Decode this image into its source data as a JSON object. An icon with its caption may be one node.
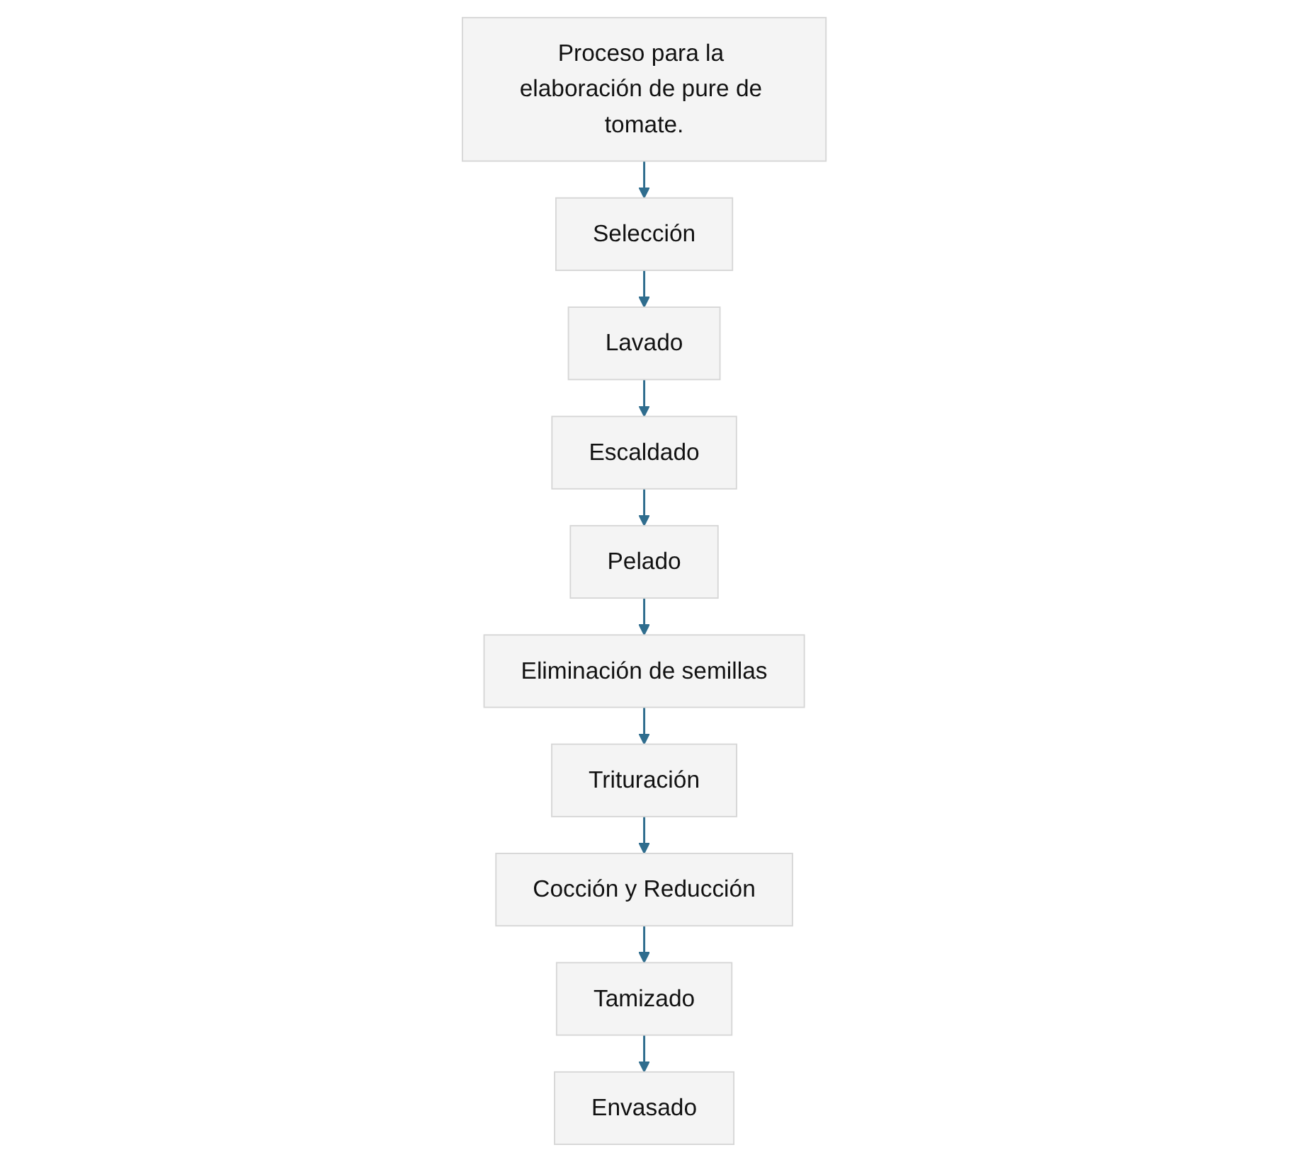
{
  "diagram": {
    "nodes": [
      {
        "text": [
          "Proceso para la elaboración de pure de tomate."
        ]
      },
      {
        "text": [
          "Selección"
        ]
      },
      {
        "text": [
          "Lavado"
        ]
      },
      {
        "text": [
          "Escaldado"
        ]
      },
      {
        "text": [
          "Pelado"
        ]
      },
      {
        "text": [
          "Eliminación de semillas"
        ]
      },
      {
        "text": [
          "Trituración"
        ]
      },
      {
        "text": [
          "Cocción y Reducción"
        ]
      },
      {
        "text": [
          "Tamizado"
        ]
      },
      {
        "text": [
          "Envasado"
        ]
      }
    ],
    "edges": [
      {
        "from": 0,
        "to": 1,
        "arrow": "to"
      },
      {
        "from": 1,
        "to": 2,
        "arrow": "to"
      },
      {
        "from": 2,
        "to": 3,
        "arrow": "to"
      },
      {
        "from": 3,
        "to": 4,
        "arrow": "to"
      },
      {
        "from": 4,
        "to": 5,
        "arrow": "to"
      },
      {
        "from": 5,
        "to": 6,
        "arrow": "to"
      },
      {
        "from": 6,
        "to": 7,
        "arrow": "to"
      },
      {
        "from": 7,
        "to": 8,
        "arrow": "to"
      },
      {
        "from": 8,
        "to": 9,
        "arrow": "to"
      }
    ]
  }
}
